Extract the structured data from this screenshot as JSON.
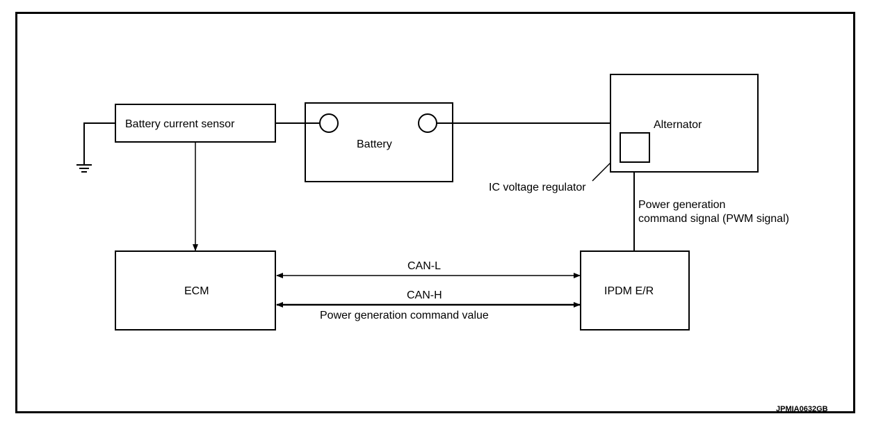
{
  "diagram": {
    "components": {
      "battery_current_sensor": "Battery current sensor",
      "battery": "Battery",
      "alternator": "Alternator",
      "ic_voltage_regulator": "IC voltage regulator",
      "ecm": "ECM",
      "ipdm": "IPDM E/R"
    },
    "signals": {
      "can_l": "CAN-L",
      "can_h": "CAN-H",
      "power_generation_command_value": "Power generation command value",
      "pwm_line1": "Power generation",
      "pwm_line2": "command signal (PWM signal)"
    },
    "figure_code": "JPMIA0632GB",
    "line_color": "#000000",
    "background_color": "#ffffff"
  }
}
